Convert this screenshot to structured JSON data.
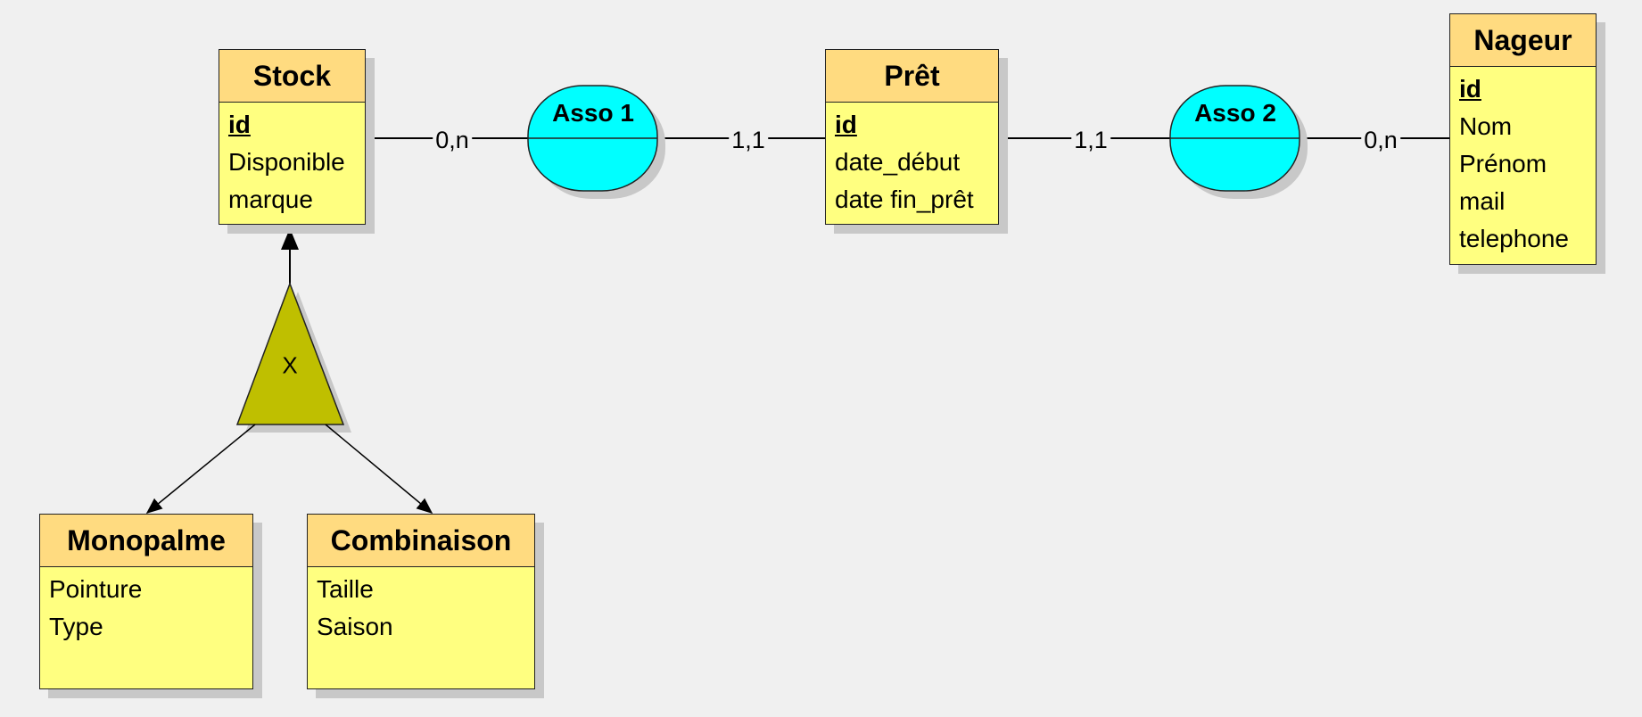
{
  "entities": {
    "stock": {
      "title": "Stock",
      "attrs": [
        "id",
        "Disponible",
        "marque"
      ]
    },
    "pret": {
      "title": "Prêt",
      "attrs": [
        "id",
        "date_début",
        "date fin_prêt"
      ]
    },
    "nageur": {
      "title": "Nageur",
      "attrs": [
        "id",
        "Nom",
        "Prénom",
        "mail",
        "telephone"
      ]
    },
    "monopalme": {
      "title": "Monopalme",
      "attrs": [
        "Pointure",
        "Type"
      ]
    },
    "combinaison": {
      "title": "Combinaison",
      "attrs": [
        "Taille",
        "Saison"
      ]
    }
  },
  "associations": {
    "asso1": {
      "label": "Asso 1"
    },
    "asso2": {
      "label": "Asso 2"
    }
  },
  "cardinalities": {
    "stock_asso1": "0,n",
    "asso1_pret": "1,1",
    "pret_asso2": "1,1",
    "asso2_nageur": "0,n"
  },
  "inheritance": {
    "label": "X"
  },
  "colors": {
    "entity_title": "#ffdb80",
    "entity_body": "#ffff80",
    "association": "#00ffff",
    "inheritance_triangle": "#bfbf00",
    "background": "#f0f0f0"
  }
}
